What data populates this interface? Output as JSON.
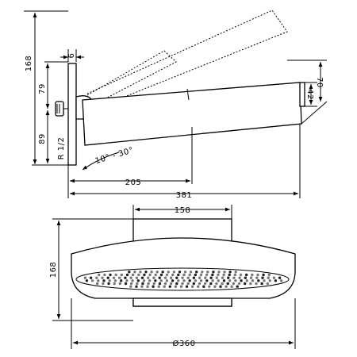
{
  "labels": {
    "dim_168_top": "168",
    "dim_6": "6",
    "dim_79": "79",
    "dim_89": "89",
    "dim_r12": "R 1/2",
    "dim_angle": "10° - 30°",
    "dim_205": "205",
    "dim_381": "381",
    "dim_42": "42",
    "dim_70": "70",
    "dim_158": "158",
    "dim_168_bottom": "168",
    "dim_360": "Ø360"
  },
  "nozzle_grid": {
    "rows": 6,
    "cols": 36
  }
}
